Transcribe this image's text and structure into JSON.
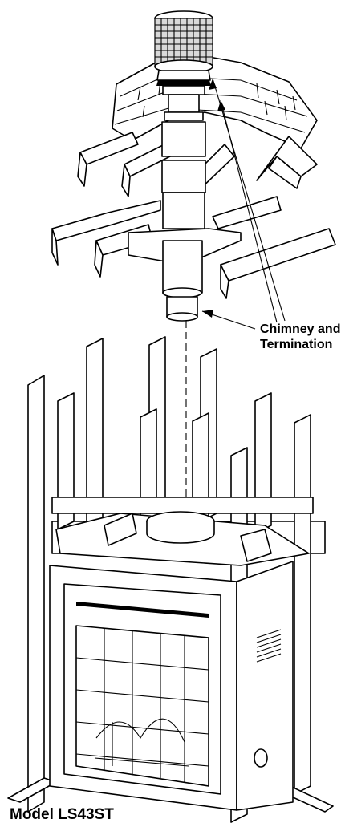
{
  "callout": {
    "line1": "Chimney and",
    "line2": "Termination"
  },
  "model_label": "Model LS43ST",
  "colors": {
    "ink": "#000000",
    "paper": "#ffffff"
  }
}
